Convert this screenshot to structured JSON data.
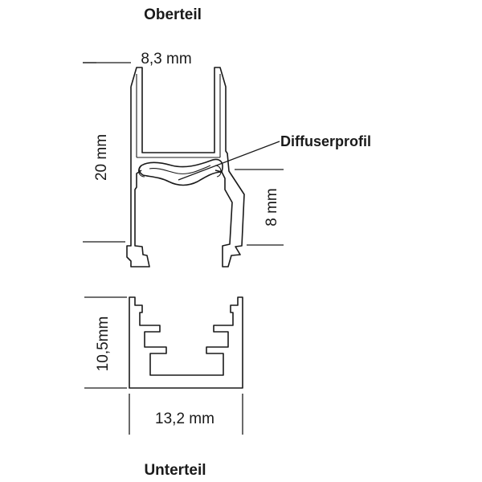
{
  "top_part": {
    "title": "Oberteil",
    "width_label": "8,3 mm",
    "height_label": "20 mm",
    "inner_height_label": "8 mm",
    "diffuser_label": "Diffuserprofil"
  },
  "bottom_part": {
    "title": "Unterteil",
    "height_label": "10,5mm",
    "width_label": "13,2 mm"
  },
  "colors": {
    "line": "#1a1a1a",
    "background": "#ffffff"
  }
}
